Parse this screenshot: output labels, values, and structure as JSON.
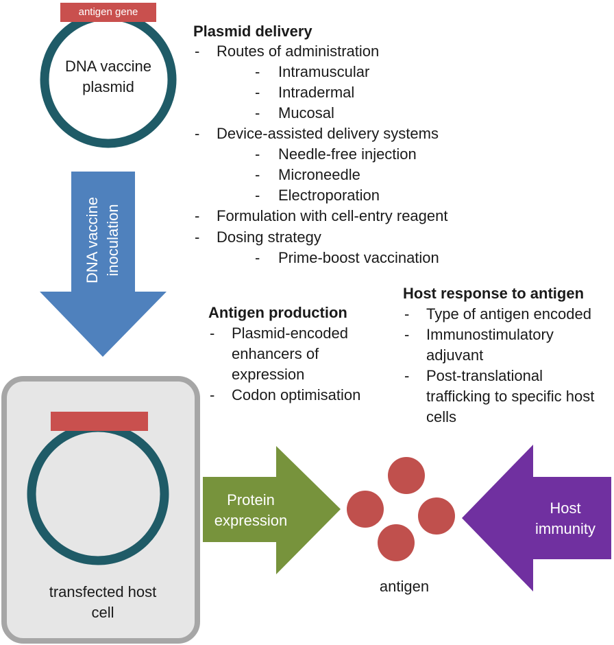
{
  "plasmid": {
    "gene_label": "antigen gene",
    "title_line1": "DNA vaccine",
    "title_line2": "plasmid"
  },
  "inoculation_arrow": {
    "line1": "DNA vaccine",
    "line2": "inoculation"
  },
  "plasmid_delivery": {
    "heading": "Plasmid delivery",
    "routes": "Routes of administration",
    "routes_items": [
      "Intramuscular",
      "Intradermal",
      "Mucosal"
    ],
    "devices": "Device-assisted delivery systems",
    "devices_items": [
      "Needle-free injection",
      "Microneedle",
      "Electroporation"
    ],
    "formulation": "Formulation with cell-entry reagent",
    "dosing": "Dosing strategy",
    "dosing_items": [
      "Prime-boost vaccination"
    ]
  },
  "antigen_production": {
    "heading": "Antigen production",
    "item1_lines": [
      "Plasmid-encoded",
      "enhancers of",
      "expression"
    ],
    "item2": "Codon optimisation"
  },
  "host_response": {
    "heading": "Host response to antigen",
    "item1": "Type of antigen encoded",
    "item2_lines": [
      "Immunostimulatory",
      "adjuvant"
    ],
    "item3_lines": [
      "Post-translational",
      "trafficking to specific host",
      "cells"
    ]
  },
  "host_cell": {
    "label_line1": "transfected host",
    "label_line2": "cell"
  },
  "protein_arrow": {
    "line1": "Protein",
    "line2": "expression"
  },
  "antigen_label": "antigen",
  "immunity_arrow": {
    "line1": "Host",
    "line2": "immunity"
  },
  "dash": "-",
  "colors": {
    "plasmid_ring": "#1f5b67",
    "gene_bar": "#c9504e",
    "inoculation_arrow": "#4f81bd",
    "protein_arrow": "#77933c",
    "immunity_arrow": "#7030a0",
    "antigen_dot": "#c0504d",
    "cell_fill": "#e6e6e6",
    "cell_border": "#a6a6a6"
  }
}
